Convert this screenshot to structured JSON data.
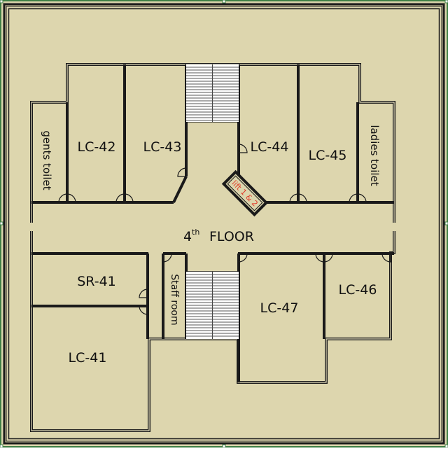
{
  "floor_label": {
    "number": "4",
    "suffix": "th",
    "word": "FLOOR"
  },
  "rooms": {
    "lc42": "LC-42",
    "lc43": "LC-43",
    "lc44": "LC-44",
    "lc45": "LC-45",
    "lc46": "LC-46",
    "lc47": "LC-47",
    "lc41": "LC-41",
    "sr41": "SR-41",
    "gents": "gents toilet",
    "ladies": "ladies toilet",
    "staff": "Staff room",
    "lift": "lift 1 & 2"
  },
  "colors": {
    "floor_fill": "#ddd6ae",
    "wall": "#1a1a1a",
    "frame": "#3f7f45",
    "lift_text": "#e03a2a"
  }
}
